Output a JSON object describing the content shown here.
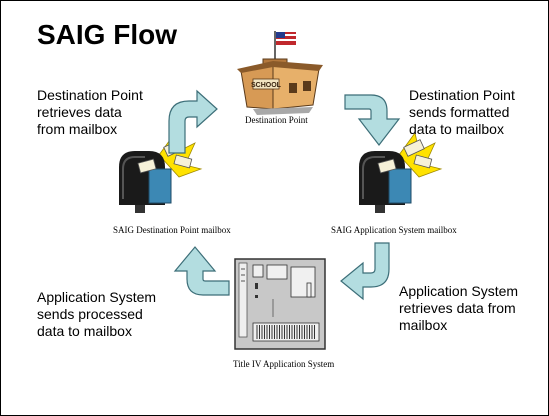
{
  "title": "SAIG Flow",
  "nodes": {
    "destination_point": "Destination Point",
    "dest_mailbox": "SAIG Destination Point mailbox",
    "app_mailbox": "SAIG Application System mailbox",
    "app_system": "Title IV Application System"
  },
  "building_sign": "SCHOOL",
  "steps": {
    "top_left": "Destination Point\nretrieves data\nfrom mailbox",
    "top_right": "Destination Point\nsends formatted\ndata to mailbox",
    "bottom_left": "Application System\nsends processed\ndata to mailbox",
    "bottom_right": "Application System\nretrieves data from\nmailbox"
  },
  "colors": {
    "arrow_fill": "#b3dde0",
    "arrow_stroke": "#3c6e78",
    "computer_body": "#c8c8c8"
  },
  "icons": {
    "school": "school-building-with-flag",
    "mailbox": "mailbox-with-letters",
    "computer": "mainframe-computer"
  }
}
